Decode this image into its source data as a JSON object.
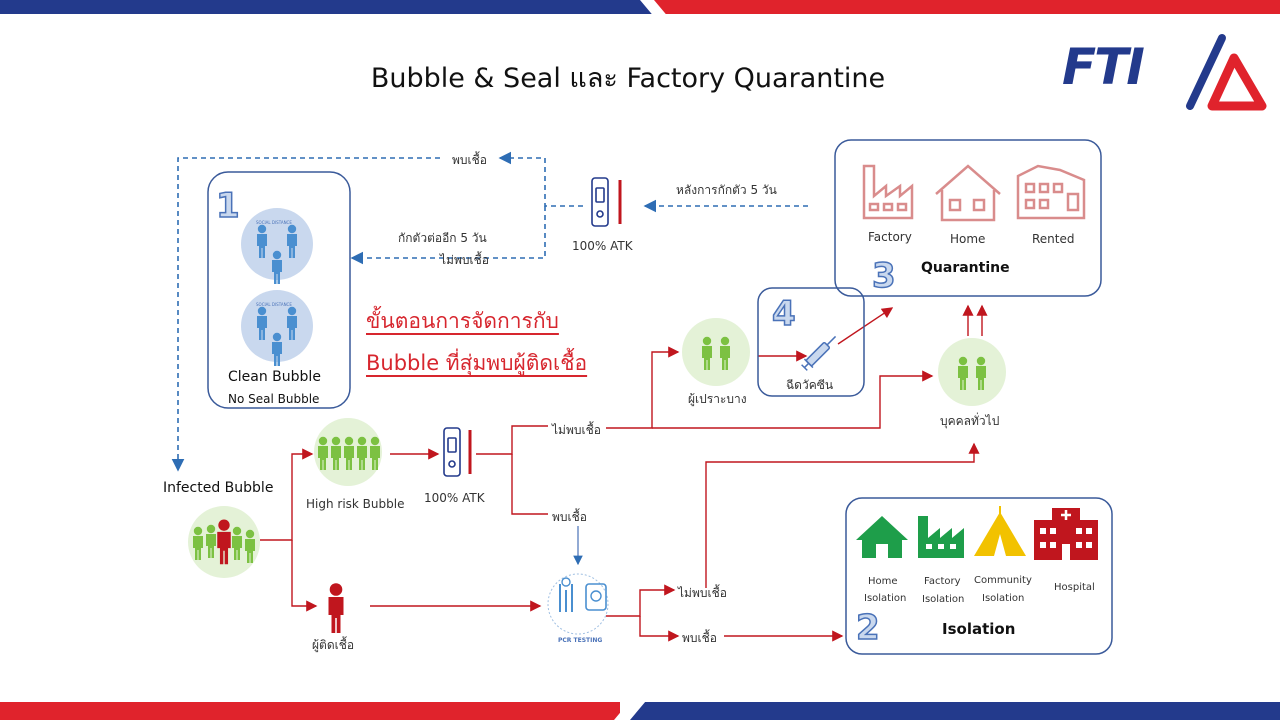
{
  "title": "Bubble & Seal และ Factory Quarantine",
  "logo_text": "FTI",
  "headline": {
    "line1": "ขั้นตอนการจัดการกับ",
    "line2": "Bubble ที่สุ่มพบผู้ติดเชื้อ"
  },
  "clean_bubble": {
    "number": "1",
    "label": "Clean Bubble",
    "sub": "No Seal Bubble",
    "sign_text": "SOCIAL DISTANCE"
  },
  "top_flow": {
    "found": "พบเชื้อ",
    "not_found": "ไม่พบเชื้อ",
    "quarantine_more": "กักตัวต่ออีก 5 วัน",
    "after_quarantine": "หลังการกักตัว 5 วัน",
    "atk": "100% ATK"
  },
  "infected_bubble": "Infected Bubble",
  "high_risk": {
    "label": "High risk Bubble",
    "atk": "100% ATK"
  },
  "atk_results": {
    "not_found": "ไม่พบเชื้อ",
    "found": "พบเชื้อ"
  },
  "vulnerable": "ผู้เปราะบาง",
  "vaccine": {
    "number": "4",
    "label": "ฉีดวัคซีน"
  },
  "general_people": "บุคคลทั่วไป",
  "quarantine": {
    "number": "3",
    "label": "Quarantine",
    "options": [
      "Factory",
      "Home",
      "Rented"
    ]
  },
  "infected_person": "ผู้ติดเชื้อ",
  "pcr": {
    "label": "PCR TESTING",
    "not_found": "ไม่พบเชื้อ",
    "found": "พบเชื้อ"
  },
  "isolation": {
    "number": "2",
    "label": "Isolation",
    "options": [
      [
        "Home",
        "Isolation"
      ],
      [
        "Factory",
        "Isolation"
      ],
      [
        "Community",
        "Isolation"
      ],
      [
        "Hospital"
      ]
    ]
  },
  "colors": {
    "blue_dashed": "#2e6db4",
    "red_arrow": "#c0161e",
    "green_people": "#7cc142",
    "red_people": "#c0161e",
    "quarantine_icons": "#d99a9a",
    "isolation_green": "#1e9e4a",
    "isolation_yellow": "#f2c200",
    "isolation_red": "#c0161e"
  }
}
